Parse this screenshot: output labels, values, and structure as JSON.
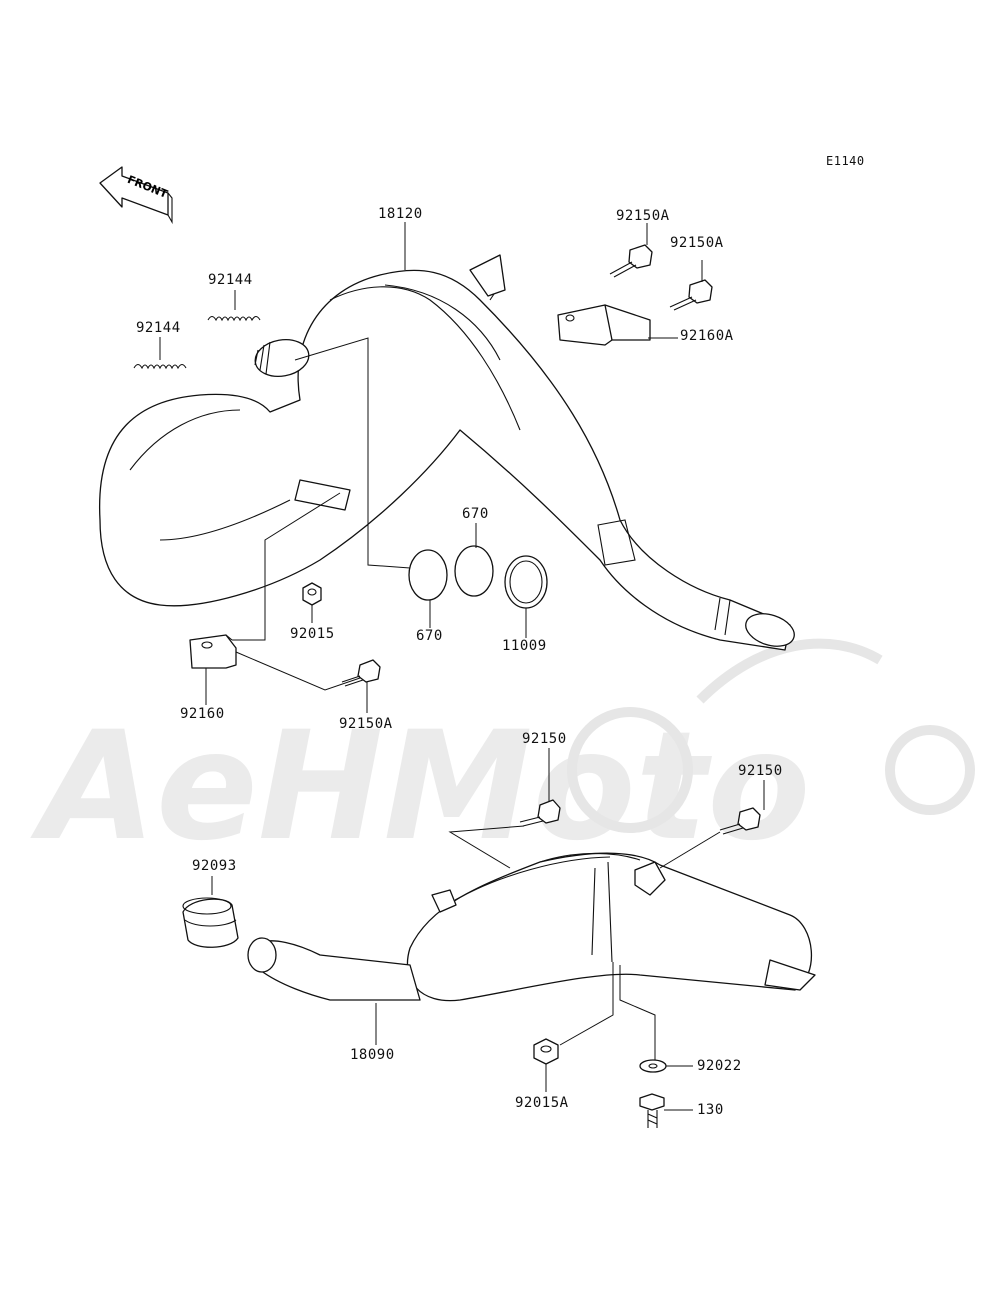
{
  "diagram_code": "E1140",
  "front_arrow_text": "FRONT",
  "watermark_text": "AeHMoto",
  "labels": {
    "p18120": "18120",
    "p92150A_1": "92150A",
    "p92150A_2": "92150A",
    "p92160A": "92160A",
    "p92144_1": "92144",
    "p92144_2": "92144",
    "p670_top": "670",
    "p670_bottom": "670",
    "p11009": "11009",
    "p92015": "92015",
    "p92160": "92160",
    "p92150A_3": "92150A",
    "p92150_1": "92150",
    "p92150_2": "92150",
    "p92093": "92093",
    "p18090": "18090",
    "p92015A": "92015A",
    "p92022": "92022",
    "p130": "130"
  }
}
